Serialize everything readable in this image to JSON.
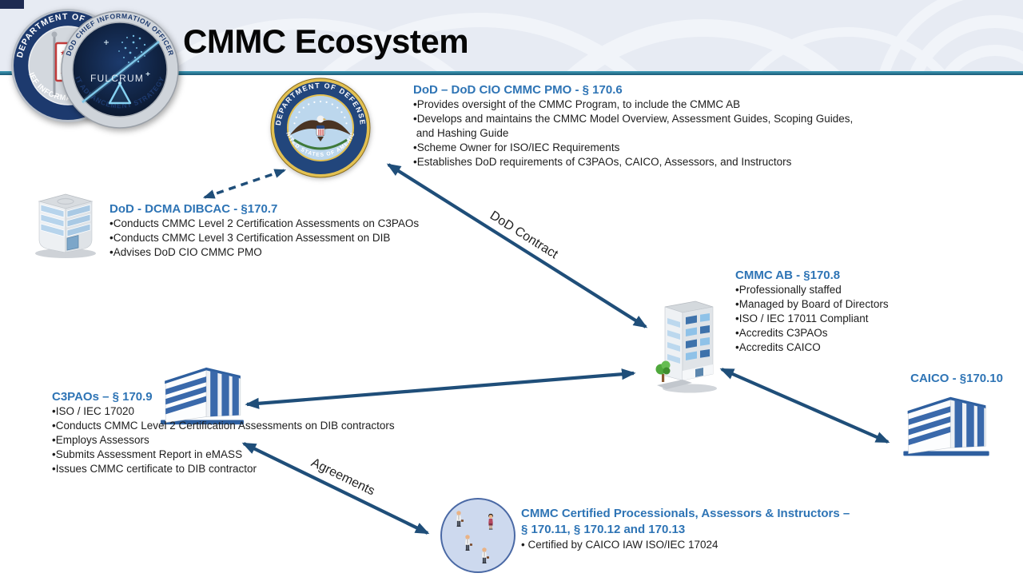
{
  "header": {
    "title": "CMMC Ecosystem"
  },
  "seals": {
    "cio": {
      "top": "DEPARTMENT OF DEFENSE",
      "bottom": "CHIEF INFORMATION OFFICER"
    },
    "fulcrum": {
      "top": "DOD CHIEF INFORMATION OFFICER",
      "bottom": "IT ADVANCEMENT STRATEGY",
      "center": "FULCRUM"
    },
    "dod": {
      "top": "DEPARTMENT OF DEFENSE",
      "bottom": "UNITED STATES OF AMERICA"
    }
  },
  "nodes": {
    "pmo": {
      "title": "DoD – DoD CIO CMMC PMO - § 170.6",
      "bullets": [
        "Provides oversight of the CMMC Program, to include the CMMC AB",
        "Develops and maintains the CMMC Model Overview, Assessment Guides, Scoping Guides,\n and Hashing Guide",
        "Scheme Owner for ISO/IEC Requirements",
        "Establishes DoD requirements of C3PAOs, CAICO, Assessors, and Instructors"
      ]
    },
    "dibcac": {
      "title": "DoD - DCMA DIBCAC - §170.7",
      "bullets": [
        "Conducts CMMC Level 2 Certification Assessments on C3PAOs",
        "Conducts CMMC Level 3 Certification Assessment on DIB",
        "Advises DoD CIO CMMC PMO"
      ]
    },
    "ab": {
      "title": "CMMC AB - §170.8",
      "bullets": [
        "Professionally staffed",
        "Managed by Board of Directors",
        "ISO / IEC 17011 Compliant",
        "Accredits C3PAOs",
        "Accredits CAICO"
      ]
    },
    "c3pao": {
      "title": "C3PAOs – § 170.9",
      "bullets": [
        "ISO / IEC 17020",
        "Conducts CMMC Level 2 Certification Assessments on DIB contractors",
        "Employs Assessors",
        "Submits Assessment Report in eMASS",
        "Issues CMMC certificate to DIB contractor"
      ]
    },
    "caico": {
      "title": "CAICO - §170.10"
    },
    "people": {
      "title_line1": "CMMC Certified Processionals, Assessors & Instructors –",
      "title_line2": "§ 170.11, § 170.12 and 170.13",
      "bullets": [
        " Certified by CAICO IAW ISO/IEC 17024"
      ]
    }
  },
  "edges": {
    "dod_contract_label": "DoD Contract",
    "agreements_label": "Agreements"
  },
  "icons": {
    "dibcac": "glossy-3d-office-building",
    "ab": "office-tower-with-tree",
    "c3pao": "blue-striped-office-building",
    "caico": "blue-striped-office-building",
    "people": "group-of-people-in-circle"
  },
  "colors": {
    "heading_blue": "#2E74B5",
    "arrow_navy": "#1F4E79",
    "band_background": "#E7EBF3",
    "teal_divider": "#2B7D9C",
    "stripe_blue": "#3A69AB"
  }
}
